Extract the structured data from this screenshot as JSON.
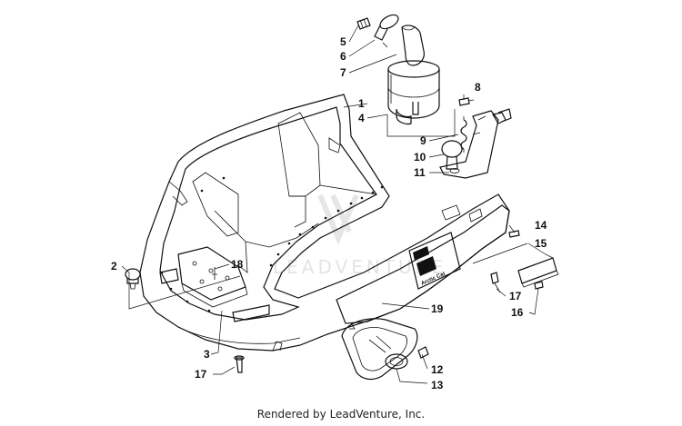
{
  "watermark": "LEADVENTURE",
  "footer_text": "Rendered by LeadVenture, Inc.",
  "decal_text": "Arctic Cat",
  "callouts": {
    "c1": "1",
    "c2": "2",
    "c3": "3",
    "c4": "4",
    "c5": "5",
    "c6": "6",
    "c7": "7",
    "c8": "8",
    "c9": "9",
    "c10": "10",
    "c11": "11",
    "c12": "12",
    "c13": "13",
    "c14": "14",
    "c15": "15",
    "c16": "16",
    "c17a": "17",
    "c17b": "17",
    "c18": "18",
    "c19": "19"
  }
}
